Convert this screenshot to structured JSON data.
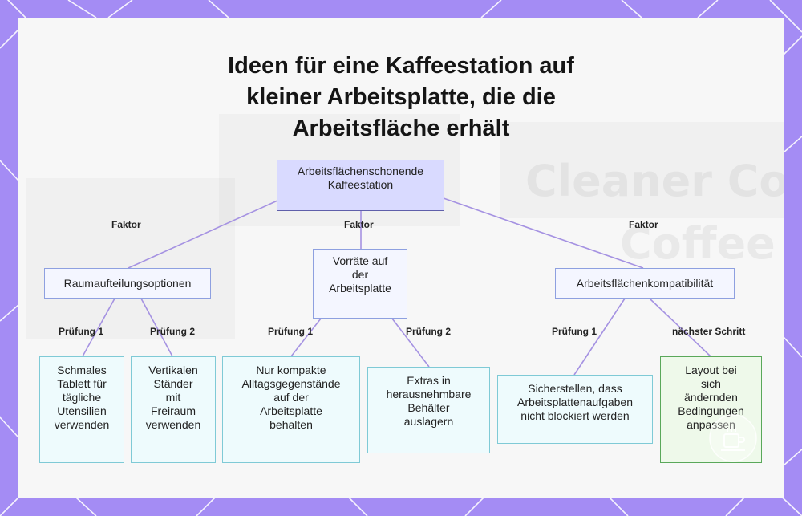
{
  "title": {
    "line1": "Ideen für eine Kaffeestation auf",
    "line2": "kleiner Arbeitsplatte, die die",
    "line3": "Arbeitsfläche erhält"
  },
  "background_text": {
    "line1": "Cleaner Co",
    "line2": "Coffee"
  },
  "root": {
    "line1": "Arbeitsflächenschonende",
    "line2": "Kaffeestation"
  },
  "edge_labels": {
    "factor_left": "Faktor",
    "factor_center": "Faktor",
    "factor_right": "Faktor",
    "check1_left": "Prüfung 1",
    "check2_left": "Prüfung 2",
    "check1_center": "Prüfung 1",
    "check2_center": "Prüfung 2",
    "check1_right": "Prüfung 1",
    "next_step_right": "nächster Schritt"
  },
  "factors": {
    "left": {
      "label": "Raumaufteilungsoptionen"
    },
    "center": {
      "line1": "Vorräte auf",
      "line2": "der",
      "line3": "Arbeitsplatte"
    },
    "right": {
      "label": "Arbeitsflächenkompatibilität"
    }
  },
  "leaves": {
    "tray": {
      "line1": "Schmales",
      "line2": "Tablett für",
      "line3": "tägliche",
      "line4": "Utensilien",
      "line5": "verwenden"
    },
    "stands": {
      "line1": "Vertikalen",
      "line2": "Ständer",
      "line3": "mit",
      "line4": "Freiraum",
      "line5": "verwenden"
    },
    "compact": {
      "line1": "Nur kompakte",
      "line2": "Alltagsgegenstände",
      "line3": "auf der",
      "line4": "Arbeitsplatte",
      "line5": "behalten"
    },
    "extras": {
      "line1": "Extras in",
      "line2": "herausnehmbare",
      "line3": "Behälter",
      "line4": "auslagern"
    },
    "ensure": {
      "line1": "Sicherstellen, dass",
      "line2": "Arbeitsplattenaufgaben",
      "line3": "nicht blockiert werden"
    },
    "adapt": {
      "line1": "Layout bei",
      "line2": "sich",
      "line3": "ändernden",
      "line4": "Bedingungen",
      "line5": "anpassen"
    }
  },
  "colors": {
    "frame_purple": "#a48cf4",
    "root_fill": "#d9daff",
    "connector": "#a592e2",
    "leaf_teal_border": "#7fcad6",
    "leaf_green_border": "#5aa85a"
  }
}
